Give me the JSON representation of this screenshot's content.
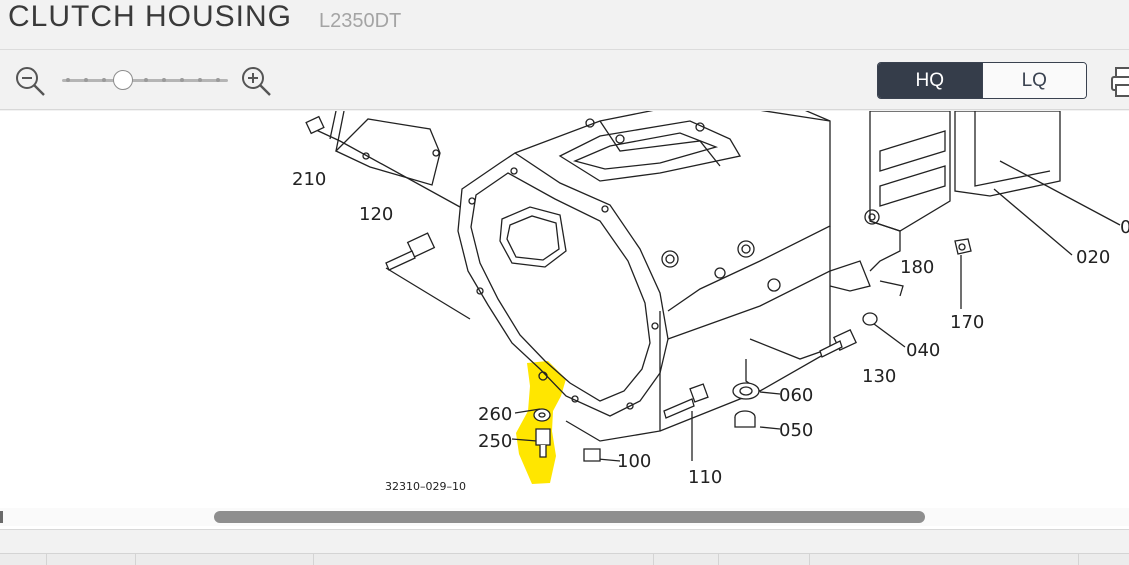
{
  "header": {
    "title": "CLUTCH HOUSING",
    "model": "L2350DT"
  },
  "toolbar": {
    "zoom_out_icon": "zoom-out-icon",
    "zoom_in_icon": "zoom-in-icon",
    "zoom_level": 0.35,
    "quality_options": [
      "HQ",
      "LQ"
    ],
    "quality_selected": "HQ",
    "print_icon": "print-icon"
  },
  "diagram": {
    "part_labels": [
      "210",
      "120",
      "180",
      "020",
      "170",
      "040",
      "130",
      "060",
      "050",
      "260",
      "250",
      "100",
      "110"
    ],
    "reference_number": "32310–029–10",
    "partial_labels": [
      "0"
    ],
    "highlight_color": "#ffe600"
  },
  "colors": {
    "accent": "#353d4a",
    "background": "#f2f2f2",
    "scrollbar": "#8e8e8e"
  }
}
